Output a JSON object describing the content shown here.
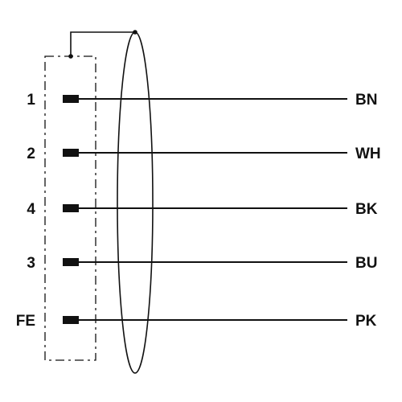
{
  "diagram": {
    "pins": [
      {
        "pin": "1",
        "wire_color": "BN"
      },
      {
        "pin": "2",
        "wire_color": "WH"
      },
      {
        "pin": "4",
        "wire_color": "BK"
      },
      {
        "pin": "3",
        "wire_color": "BU"
      },
      {
        "pin": "FE",
        "wire_color": "PK"
      }
    ],
    "stroke_color": "#111111",
    "background_color": "#ffffff"
  }
}
